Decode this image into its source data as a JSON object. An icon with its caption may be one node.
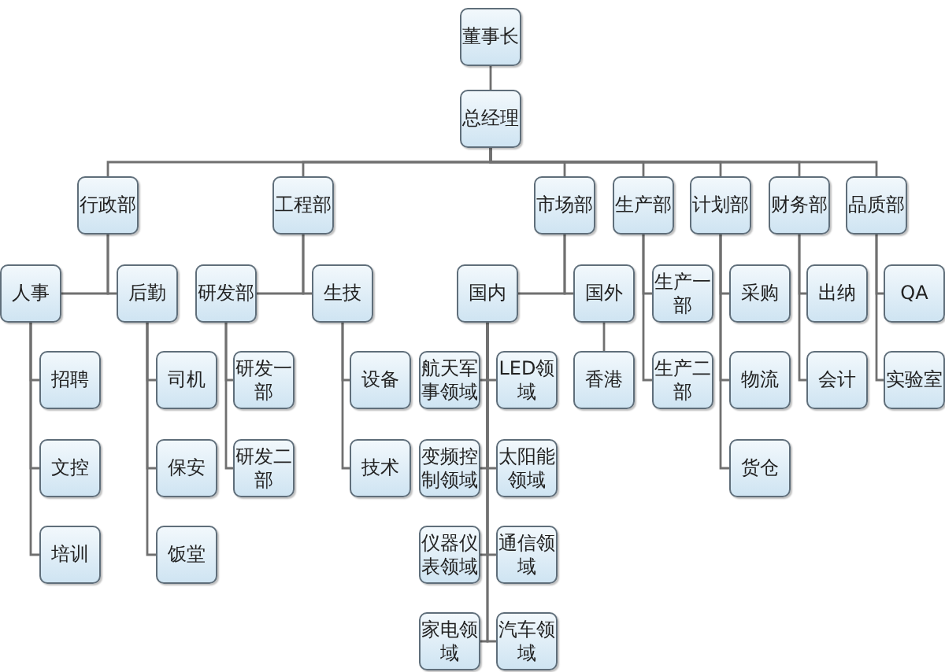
{
  "diagram": {
    "nodes": [
      {
        "text": [
          "董事长"
        ]
      },
      {
        "text": [
          "总经理"
        ]
      },
      {
        "text": [
          "行政部"
        ]
      },
      {
        "text": [
          "工程部"
        ]
      },
      {
        "text": [
          "市场部"
        ]
      },
      {
        "text": [
          "生产部"
        ]
      },
      {
        "text": [
          "计划部"
        ]
      },
      {
        "text": [
          "财务部"
        ]
      },
      {
        "text": [
          "品质部"
        ]
      },
      {
        "text": [
          "人事"
        ]
      },
      {
        "text": [
          "后勤"
        ]
      },
      {
        "text": [
          "研发部"
        ]
      },
      {
        "text": [
          "生技"
        ]
      },
      {
        "text": [
          "国内"
        ]
      },
      {
        "text": [
          "国外"
        ]
      },
      {
        "text": [
          "生产一部"
        ]
      },
      {
        "text": [
          "采购"
        ]
      },
      {
        "text": [
          "出纳"
        ]
      },
      {
        "text": [
          "QA"
        ]
      },
      {
        "text": [
          "招聘"
        ]
      },
      {
        "text": [
          "司机"
        ]
      },
      {
        "text": [
          "研发一部"
        ]
      },
      {
        "text": [
          "设备"
        ]
      },
      {
        "text": [
          "航天军事领域"
        ]
      },
      {
        "text": [
          "LED领域"
        ]
      },
      {
        "text": [
          "香港"
        ]
      },
      {
        "text": [
          "生产二部"
        ]
      },
      {
        "text": [
          "物流"
        ]
      },
      {
        "text": [
          "会计"
        ]
      },
      {
        "text": [
          "实验室"
        ]
      },
      {
        "text": [
          "文控"
        ]
      },
      {
        "text": [
          "保安"
        ]
      },
      {
        "text": [
          "研发二部"
        ]
      },
      {
        "text": [
          "技术"
        ]
      },
      {
        "text": [
          "变频控制领域"
        ]
      },
      {
        "text": [
          "太阳能领域"
        ]
      },
      {
        "text": [
          "货仓"
        ]
      },
      {
        "text": [
          "培训"
        ]
      },
      {
        "text": [
          "饭堂"
        ]
      },
      {
        "text": [
          "仪器仪表领域"
        ]
      },
      {
        "text": [
          "通信领域"
        ]
      },
      {
        "text": [
          "家电领域"
        ]
      },
      {
        "text": [
          "汽车领域"
        ]
      }
    ],
    "edges": [
      {
        "from": 0,
        "to": 1,
        "arrow": "none"
      },
      {
        "from": 1,
        "to": 2,
        "arrow": "none"
      },
      {
        "from": 1,
        "to": 3,
        "arrow": "none"
      },
      {
        "from": 1,
        "to": 4,
        "arrow": "none"
      },
      {
        "from": 1,
        "to": 5,
        "arrow": "none"
      },
      {
        "from": 1,
        "to": 6,
        "arrow": "none"
      },
      {
        "from": 1,
        "to": 7,
        "arrow": "none"
      },
      {
        "from": 1,
        "to": 8,
        "arrow": "none"
      },
      {
        "from": 2,
        "to": 9,
        "arrow": "none"
      },
      {
        "from": 2,
        "to": 10,
        "arrow": "none"
      },
      {
        "from": 3,
        "to": 11,
        "arrow": "none"
      },
      {
        "from": 3,
        "to": 12,
        "arrow": "none"
      },
      {
        "from": 4,
        "to": 13,
        "arrow": "none"
      },
      {
        "from": 4,
        "to": 14,
        "arrow": "none"
      },
      {
        "from": 5,
        "to": 15,
        "arrow": "none"
      },
      {
        "from": 5,
        "to": 26,
        "arrow": "none"
      },
      {
        "from": 6,
        "to": 16,
        "arrow": "none"
      },
      {
        "from": 6,
        "to": 27,
        "arrow": "none"
      },
      {
        "from": 6,
        "to": 36,
        "arrow": "none"
      },
      {
        "from": 7,
        "to": 17,
        "arrow": "none"
      },
      {
        "from": 7,
        "to": 28,
        "arrow": "none"
      },
      {
        "from": 8,
        "to": 18,
        "arrow": "none"
      },
      {
        "from": 8,
        "to": 29,
        "arrow": "none"
      },
      {
        "from": 9,
        "to": 19,
        "arrow": "none"
      },
      {
        "from": 9,
        "to": 30,
        "arrow": "none"
      },
      {
        "from": 9,
        "to": 37,
        "arrow": "none"
      },
      {
        "from": 10,
        "to": 20,
        "arrow": "none"
      },
      {
        "from": 10,
        "to": 31,
        "arrow": "none"
      },
      {
        "from": 10,
        "to": 38,
        "arrow": "none"
      },
      {
        "from": 11,
        "to": 21,
        "arrow": "none"
      },
      {
        "from": 11,
        "to": 32,
        "arrow": "none"
      },
      {
        "from": 12,
        "to": 22,
        "arrow": "none"
      },
      {
        "from": 12,
        "to": 33,
        "arrow": "none"
      },
      {
        "from": 13,
        "to": 23,
        "arrow": "none"
      },
      {
        "from": 13,
        "to": 24,
        "arrow": "none"
      },
      {
        "from": 13,
        "to": 34,
        "arrow": "none"
      },
      {
        "from": 13,
        "to": 35,
        "arrow": "none"
      },
      {
        "from": 13,
        "to": 39,
        "arrow": "none"
      },
      {
        "from": 13,
        "to": 40,
        "arrow": "none"
      },
      {
        "from": 13,
        "to": 41,
        "arrow": "none"
      },
      {
        "from": 13,
        "to": 42,
        "arrow": "none"
      },
      {
        "from": 14,
        "to": 25,
        "arrow": "none"
      }
    ]
  }
}
